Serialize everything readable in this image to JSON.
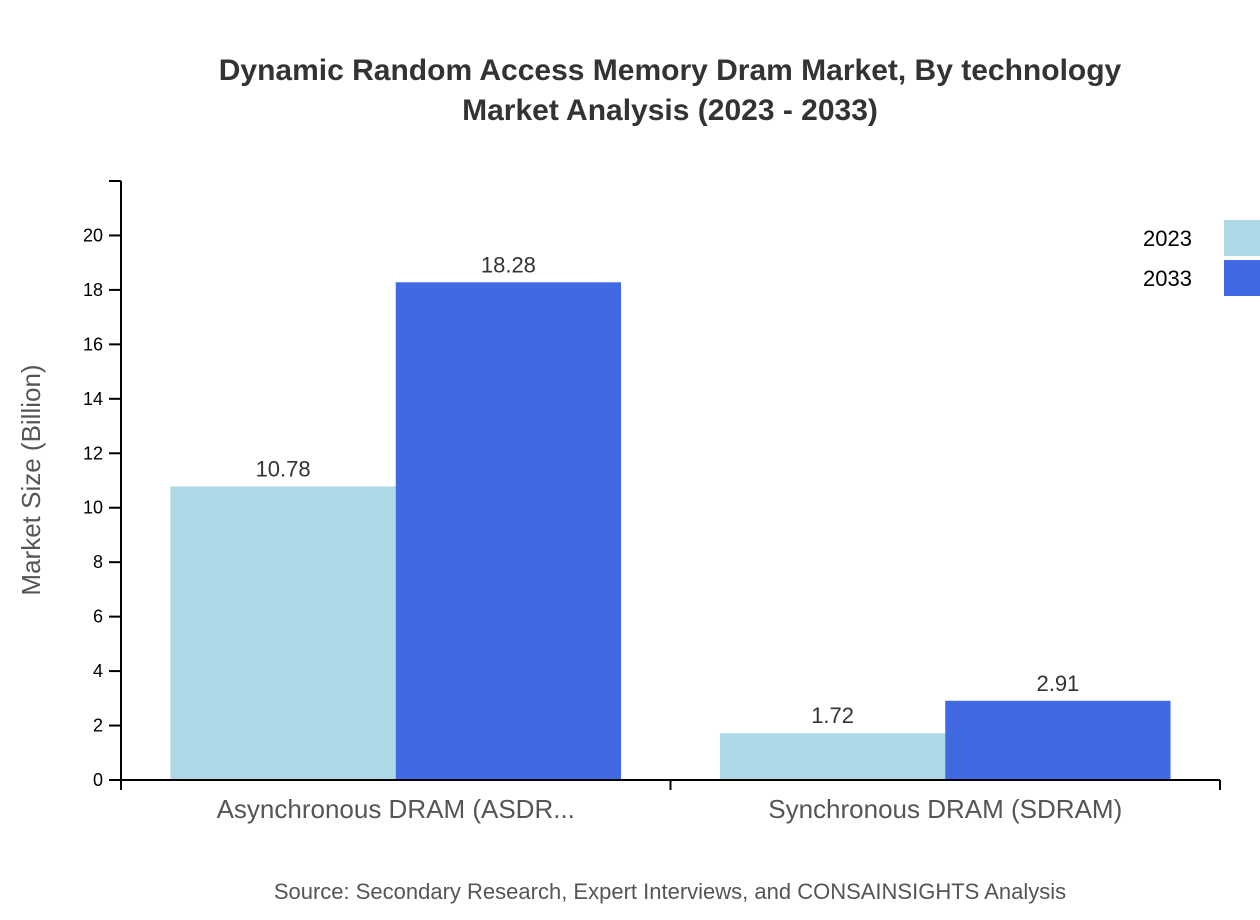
{
  "chart_data": {
    "type": "bar",
    "title_lines": [
      "Dynamic Random Access Memory Dram Market, By technology",
      "Market Analysis (2023 - 2033)"
    ],
    "ylabel": "Market Size (Billion)",
    "xlabel": "",
    "categories": [
      "Asynchronous DRAM (ASDR...",
      "Synchronous DRAM (SDRAM)"
    ],
    "series": [
      {
        "name": "2023",
        "values": [
          10.78,
          1.72
        ],
        "color": "#add8e6"
      },
      {
        "name": "2033",
        "values": [
          18.28,
          2.91
        ],
        "color": "#4169e1"
      }
    ],
    "value_labels": [
      [
        "10.78",
        "1.72"
      ],
      [
        "18.28",
        "2.91"
      ]
    ],
    "yticks": [
      0,
      2,
      4,
      6,
      8,
      10,
      12,
      14,
      16,
      18,
      20
    ],
    "ylim": [
      0,
      22
    ],
    "grid": false,
    "legend_position": "top-right",
    "source": "Source: Secondary Research, Expert Interviews, and CONSAINSIGHTS Analysis"
  }
}
